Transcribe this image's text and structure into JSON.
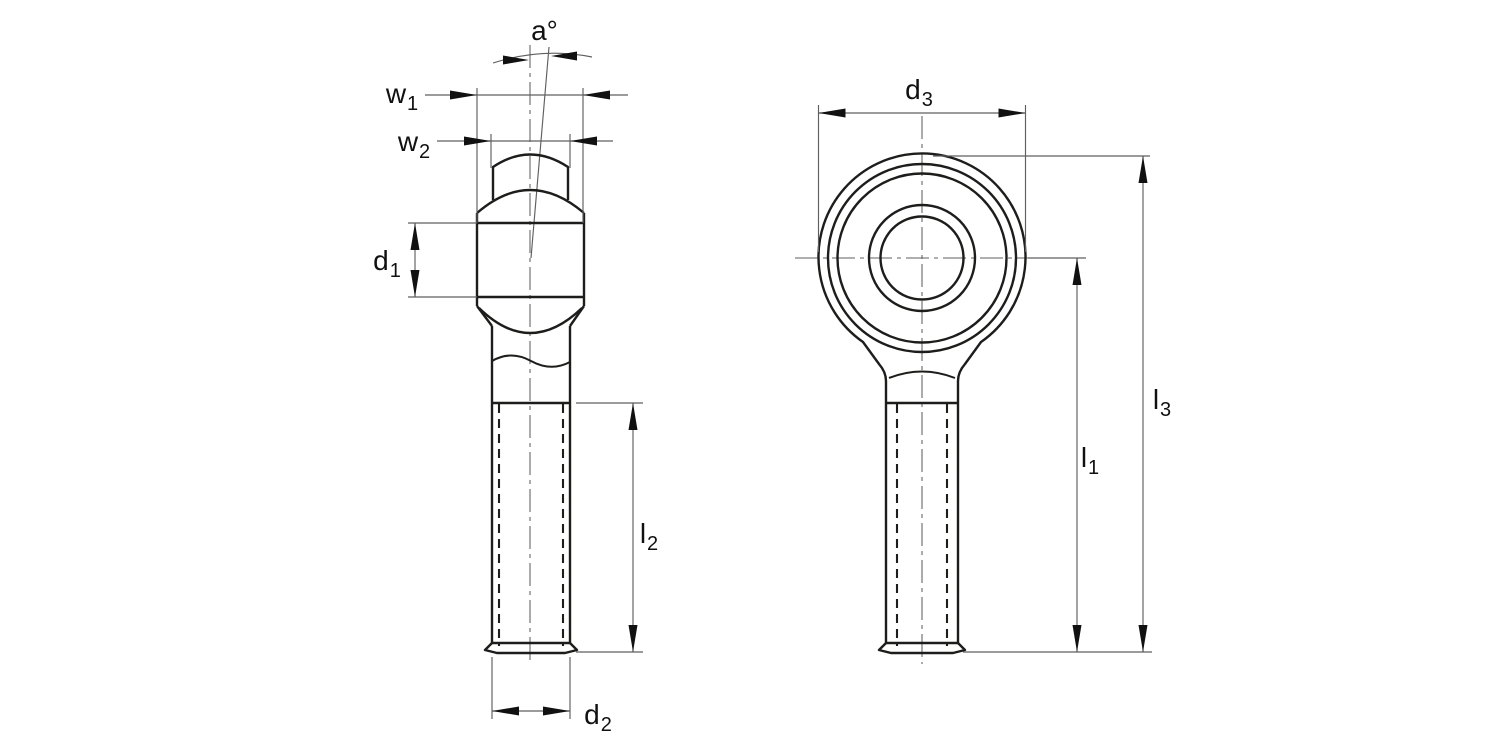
{
  "colors": {
    "part-line": "#1d1d1b",
    "thin-line": "#5f5f5f",
    "arrow": "#111111",
    "label-text": "#111111",
    "background": "#ffffff"
  },
  "dimensions": {
    "angle": {
      "base": "a°",
      "sub": ""
    },
    "w1": {
      "base": "w",
      "sub": "1"
    },
    "w2": {
      "base": "w",
      "sub": "2"
    },
    "d1": {
      "base": "d",
      "sub": "1"
    },
    "d2": {
      "base": "d",
      "sub": "2"
    },
    "d3": {
      "base": "d",
      "sub": "3"
    },
    "l1": {
      "base": "l",
      "sub": "1"
    },
    "l2": {
      "base": "l",
      "sub": "2"
    },
    "l3": {
      "base": "l",
      "sub": "3"
    }
  }
}
